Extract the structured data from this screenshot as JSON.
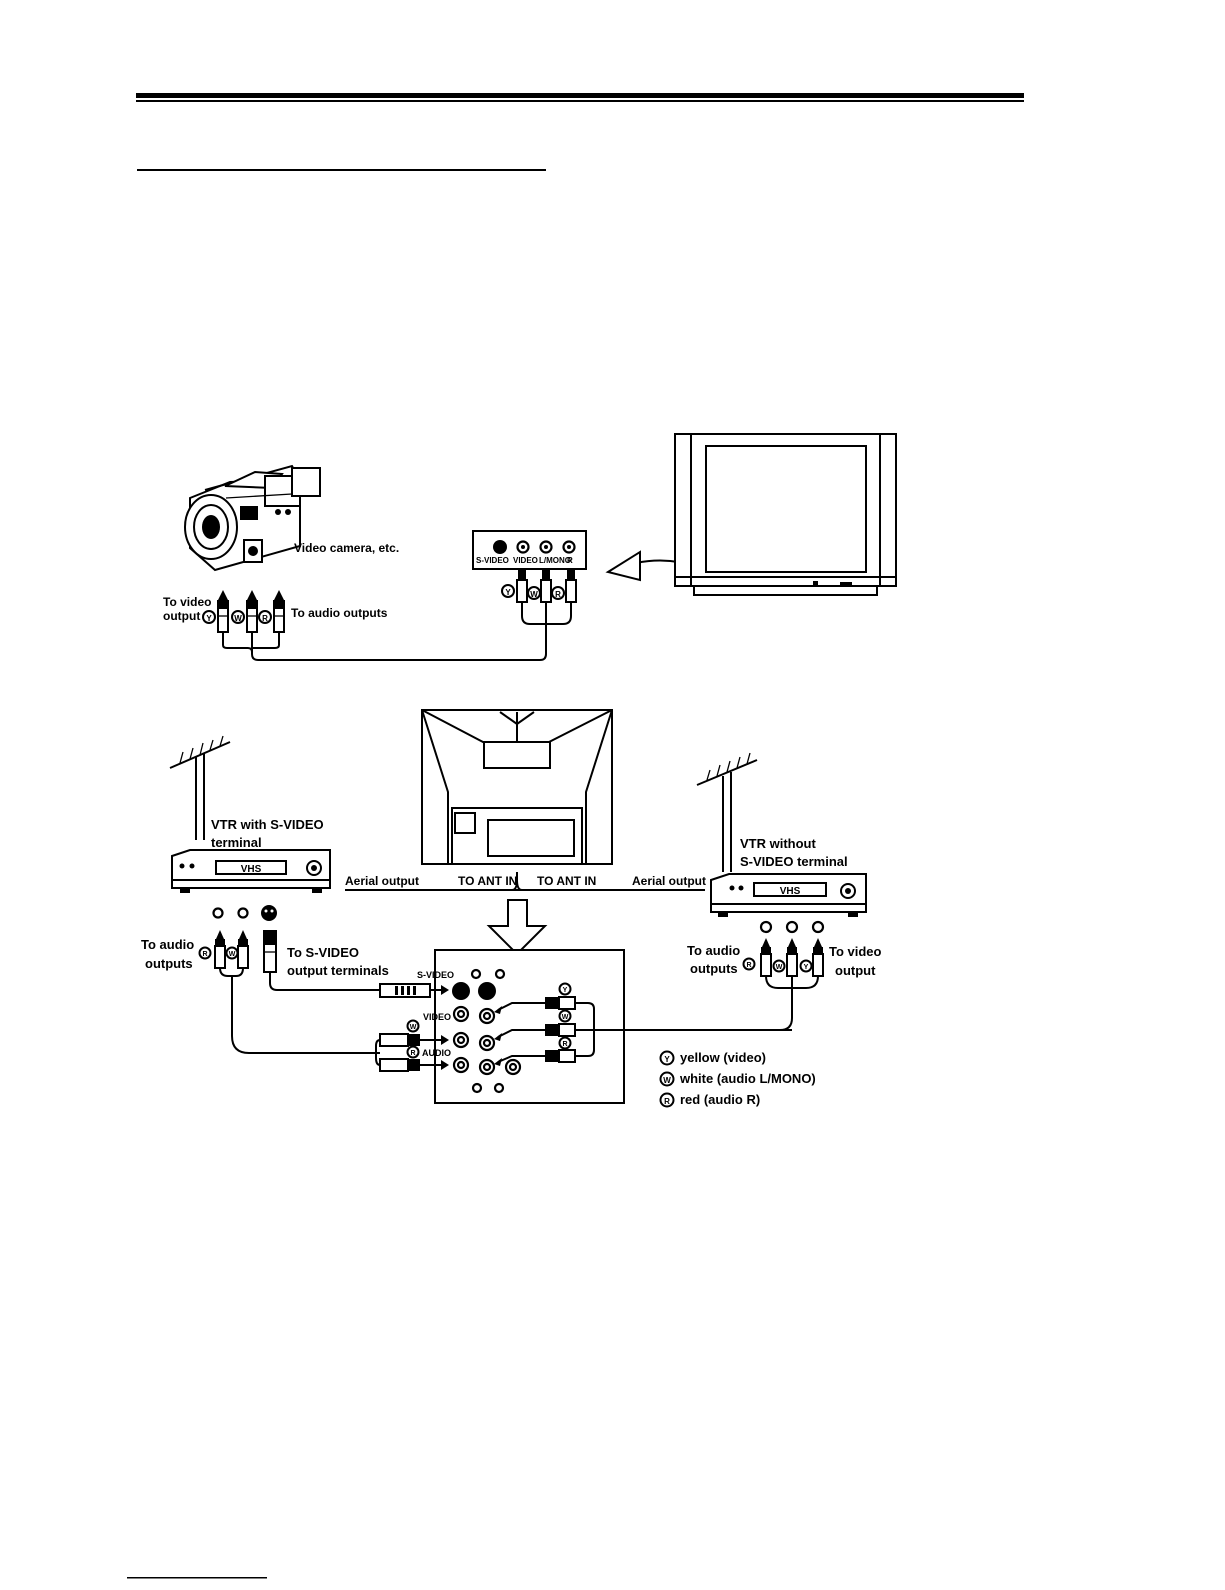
{
  "camera_connection": {
    "camera_label": "Video camera, etc.",
    "video_output_label": [
      "To video",
      "output"
    ],
    "audio_outputs_label": "To audio outputs",
    "front_panel": {
      "terminals": [
        "S-VIDEO",
        "VIDEO",
        "L/MONO",
        "R"
      ]
    }
  },
  "vtr_connection": {
    "left_vtr": {
      "title": [
        "VTR with S-VIDEO",
        "terminal"
      ],
      "deck_label": "VHS",
      "aerial_label": "Aerial output",
      "audio_label": [
        "To audio",
        "outputs"
      ],
      "svideo_label": [
        "To S-VIDEO",
        "output terminals"
      ]
    },
    "right_vtr": {
      "title": [
        "VTR without",
        "S-VIDEO terminal"
      ],
      "deck_label": "VHS",
      "aerial_label": "Aerial output",
      "audio_label": [
        "To audio",
        "outputs"
      ],
      "video_label": [
        "To video",
        "output"
      ]
    },
    "ant_in_left": "TO ANT IN",
    "ant_in_right": "TO ANT IN",
    "rear_panel": {
      "labels": [
        "S-VIDEO",
        "VIDEO",
        "AUDIO"
      ]
    }
  },
  "plug_legend": [
    {
      "mark": "Y",
      "text": "yellow (video)"
    },
    {
      "mark": "W",
      "text": "white (audio L/MONO)"
    },
    {
      "mark": "R",
      "text": "red (audio R)"
    }
  ],
  "plug_marks": {
    "yellow": "Y",
    "white": "W",
    "red": "R"
  }
}
